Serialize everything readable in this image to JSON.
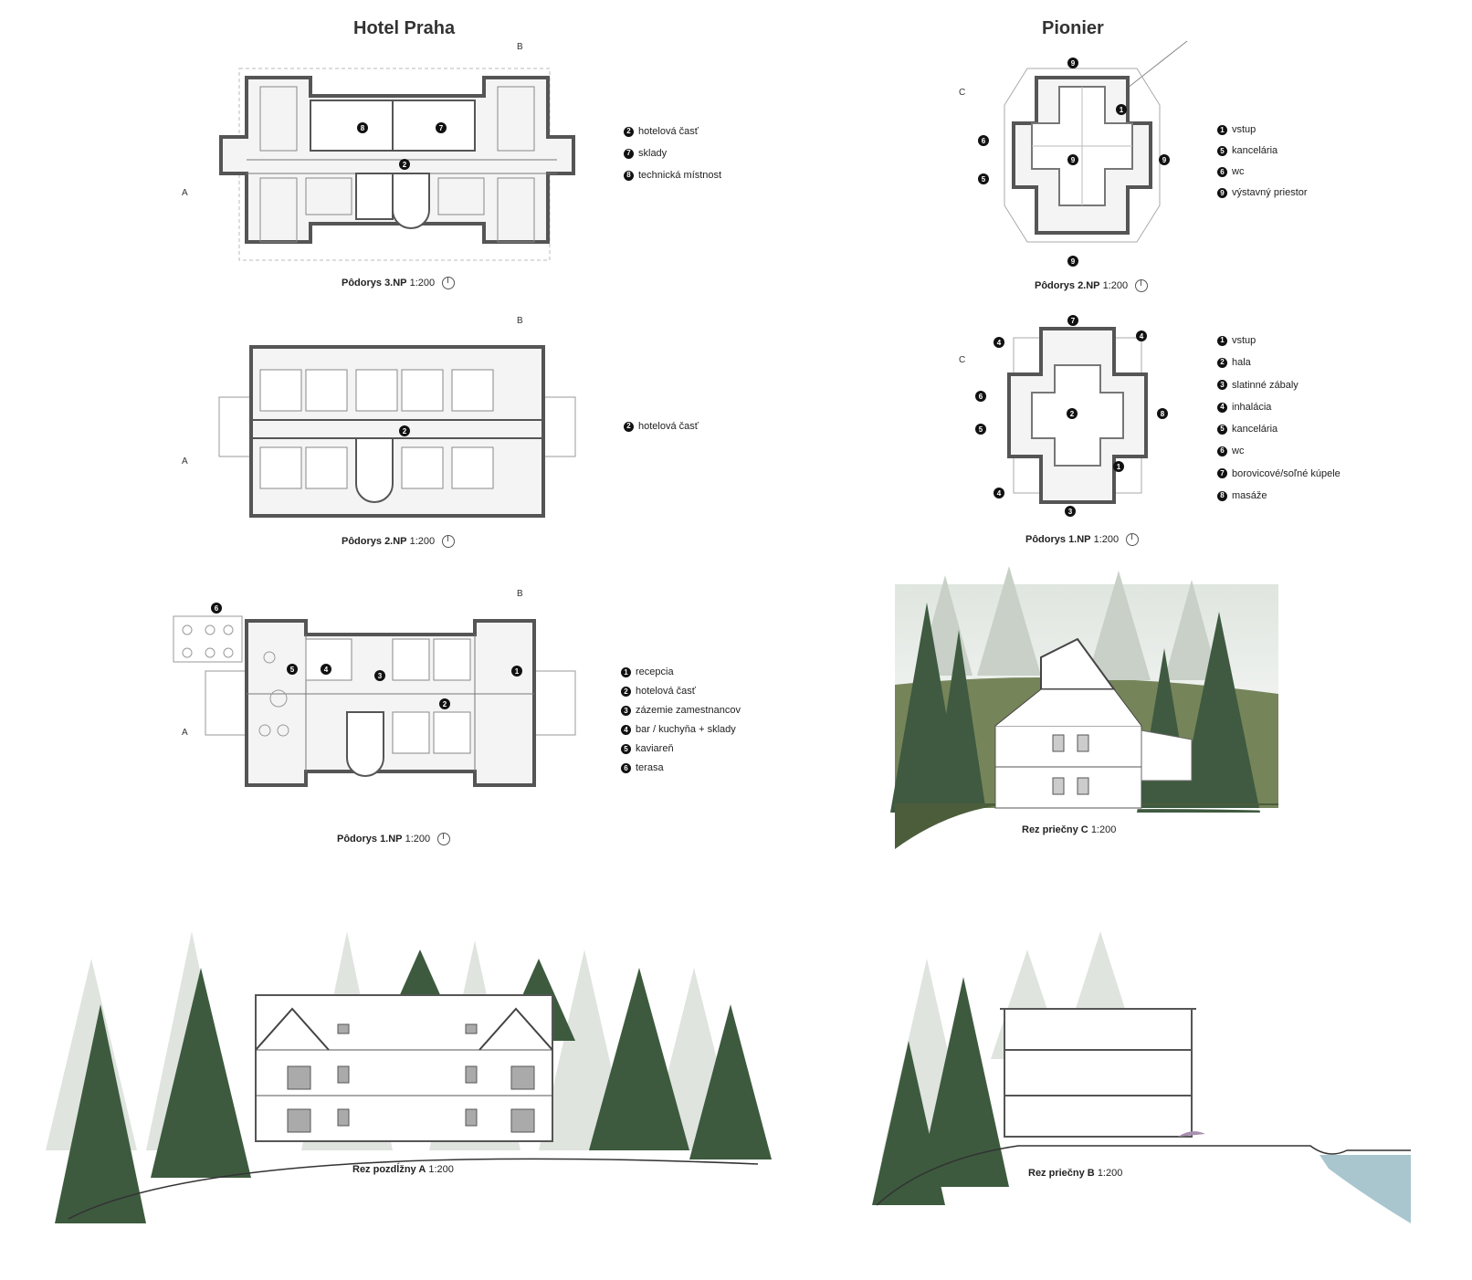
{
  "hotel": {
    "title": "Hotel Praha",
    "plans": [
      {
        "name": "Pôdorys 3.NP",
        "scale": "1:200",
        "legend": [
          {
            "n": "2",
            "t": "hotelová časť"
          },
          {
            "n": "7",
            "t": "sklady"
          },
          {
            "n": "8",
            "t": "technická místnost"
          }
        ],
        "markers": [
          "8",
          "7",
          "2"
        ]
      },
      {
        "name": "Pôdorys 2.NP",
        "scale": "1:200",
        "legend": [
          {
            "n": "2",
            "t": "hotelová časť"
          }
        ],
        "markers": [
          "2"
        ]
      },
      {
        "name": "Pôdorys 1.NP",
        "scale": "1:200",
        "legend": [
          {
            "n": "1",
            "t": "recepcia"
          },
          {
            "n": "2",
            "t": "hotelová časť"
          },
          {
            "n": "3",
            "t": "zázemie zamestnancov"
          },
          {
            "n": "4",
            "t": "bar / kuchyňa  + sklady"
          },
          {
            "n": "5",
            "t": "kaviareň"
          },
          {
            "n": "6",
            "t": "terasa"
          }
        ],
        "markers": [
          "6",
          "5",
          "4",
          "3",
          "1",
          "2"
        ]
      }
    ],
    "section": {
      "name": "Rez pozdĺžny A",
      "scale": "1:200"
    },
    "section_marks": {
      "a": "A",
      "b": "B"
    }
  },
  "pionier": {
    "title": "Pionier",
    "plans": [
      {
        "name": "Pôdorys 2.NP",
        "scale": "1:200",
        "legend": [
          {
            "n": "1",
            "t": "vstup"
          },
          {
            "n": "5",
            "t": "kancelária"
          },
          {
            "n": "6",
            "t": "wc"
          },
          {
            "n": "9",
            "t": "výstavný priestor"
          }
        ],
        "markers": [
          "9",
          "1",
          "6",
          "9",
          "9",
          "5",
          "9"
        ]
      },
      {
        "name": "Pôdorys 1.NP",
        "scale": "1:200",
        "legend": [
          {
            "n": "1",
            "t": "vstup"
          },
          {
            "n": "2",
            "t": "hala"
          },
          {
            "n": "3",
            "t": "slatinné zábaly"
          },
          {
            "n": "4",
            "t": "inhalácia"
          },
          {
            "n": "5",
            "t": "kancelária"
          },
          {
            "n": "6",
            "t": "wc"
          },
          {
            "n": "7",
            "t": "borovicové/soľné kúpele"
          },
          {
            "n": "8",
            "t": "masáže"
          }
        ],
        "markers": [
          "7",
          "4",
          "4",
          "6",
          "2",
          "8",
          "5",
          "1",
          "4",
          "3"
        ]
      }
    ],
    "section_c": {
      "name": "Rez priečny C",
      "scale": "1:200"
    },
    "section_b": {
      "name": "Rez priečny B",
      "scale": "1:200"
    },
    "section_marks": {
      "c": "C"
    }
  }
}
